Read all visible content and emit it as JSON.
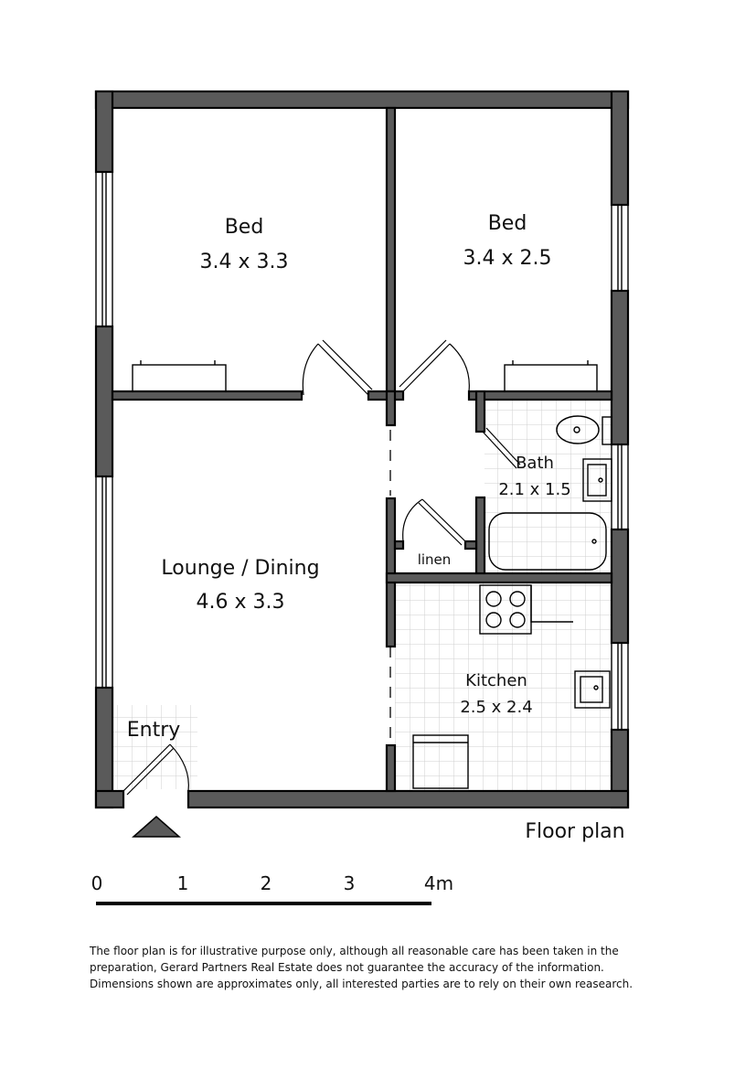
{
  "rooms": {
    "bed1": {
      "name": "Bed",
      "dims": "3.4 x 3.3"
    },
    "bed2": {
      "name": "Bed",
      "dims": "3.4 x 2.5"
    },
    "bath": {
      "name": "Bath",
      "dims": "2.1 x 1.5"
    },
    "linen": {
      "name": "linen"
    },
    "lounge": {
      "name": "Lounge / Dining",
      "dims": "4.6 x 3.3"
    },
    "kitchen": {
      "name": "Kitchen",
      "dims": "2.5 x 2.4"
    },
    "entry": {
      "name": "Entry"
    }
  },
  "title": "Floor plan",
  "scale": {
    "labels": [
      "0",
      "1",
      "2",
      "3",
      "4m"
    ]
  },
  "disclaimer": [
    "The floor plan is for illustrative purpose only, although all reasonable care has been taken in the",
    "preparation, Gerard Partners Real Estate does not guarantee the accuracy of the information.",
    "Dimensions shown are approximates only, all interested parties are to rely on their own reasearch."
  ]
}
